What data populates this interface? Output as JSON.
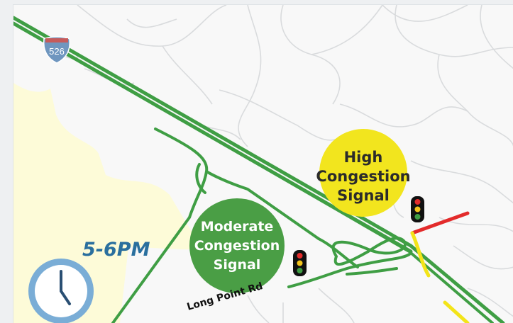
{
  "map": {
    "interstate_shield": "526",
    "road_label": "Long Point Rd",
    "time_label": "5-6PM",
    "callouts": [
      {
        "lines": [
          "High",
          "Congestion",
          "Signal"
        ],
        "level": "high",
        "color": "#f2e51e"
      },
      {
        "lines": [
          "Moderate",
          "Congestion",
          "Signal"
        ],
        "level": "moderate",
        "color": "#4a9e45"
      }
    ],
    "colors": {
      "road_flow": "#3f9e44",
      "high_congestion": "#e32b2b",
      "slow_traffic": "#f3e419",
      "park_area": "#fdfbd8",
      "street_lines": "#d9dbdd",
      "clock": "#7aadd6",
      "interstate_shield": "#6f96bf"
    },
    "icons": [
      "interstate-shield-icon",
      "traffic-light-icon",
      "clock-icon"
    ]
  }
}
